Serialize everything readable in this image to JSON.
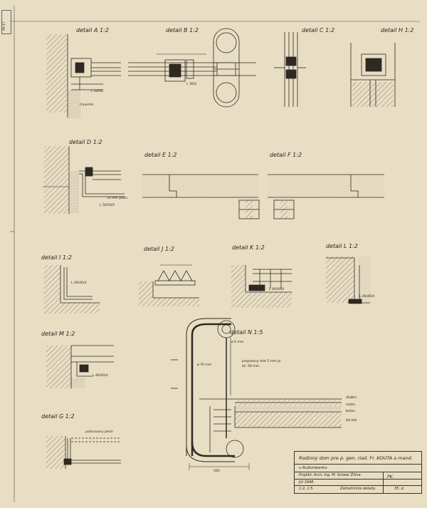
{
  "sheet": {
    "stamp": "PA-17",
    "details": {
      "a": "detail A 1:2",
      "b": "detail B 1:2",
      "c": "detail C 1:2",
      "h": "detail H 1:2",
      "d": "detail D 1:2",
      "e": "detail E 1:2",
      "f": "detail F 1:2",
      "i": "detail I 1:2",
      "j": "detail J 1:2",
      "k": "detail K 1:2",
      "l": "detail L 1:2",
      "m": "detail M 1:2",
      "n": "detail N 1:5",
      "g": "detail G 1:2"
    },
    "annotations": {
      "a_dim": "L 40/40",
      "a_note": "travertin",
      "b_dim": "L 30/4",
      "d_note": "14 mm platn.",
      "d_dim": "L 50/50/5",
      "i_dim": "L 40/40/4",
      "k_dim": "L 40/40/4",
      "l_dim": "L 40/40/4",
      "m_dim": "L 40/40/4",
      "n_note1": "ø 6 mm",
      "n_note2": "prepaseny drot 5 mm pl.",
      "n_note3": "áč. 60 mm.",
      "n_tube": "ø 70 mm",
      "n_right1": "dlažba",
      "n_right2": "malta",
      "n_right3": "beton",
      "n_right4": "žel.bet.",
      "n_width": "560",
      "g_note": "poforovany plech"
    },
    "title_block": {
      "line1": "Rodinný dom pre p. gen. riad. Fr. KOUTA a mand.",
      "line2": "v Ružomberku",
      "line3": "Projékt: Arch. Ing. M. Scheer Žilina.",
      "initials": "PK.",
      "date": "Júl 1948.",
      "scale": "1:2, 1:5.",
      "desc": "Zámečnícke detaily.",
      "number": "35. d."
    }
  }
}
